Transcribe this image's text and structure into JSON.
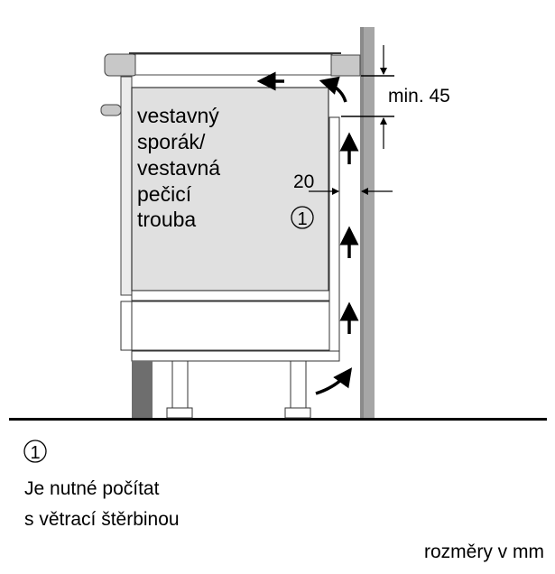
{
  "appliance_label": [
    "vestavný",
    "sporák/",
    "vestavná",
    "pečicí",
    "trouba"
  ],
  "callout_number": "1",
  "dimensions": {
    "top_gap": "min. 45",
    "side_gap": "20"
  },
  "note": {
    "number": "1",
    "lines": [
      "Je nutné počítat",
      "s větrací štěrbinou"
    ]
  },
  "units_label": "rozměry v mm",
  "colors": {
    "wall": "#a6a6a6",
    "oven_body": "#e0e0e0",
    "plinth": "#6e6e6e",
    "cooktop_trim": "#c8c8c8"
  }
}
